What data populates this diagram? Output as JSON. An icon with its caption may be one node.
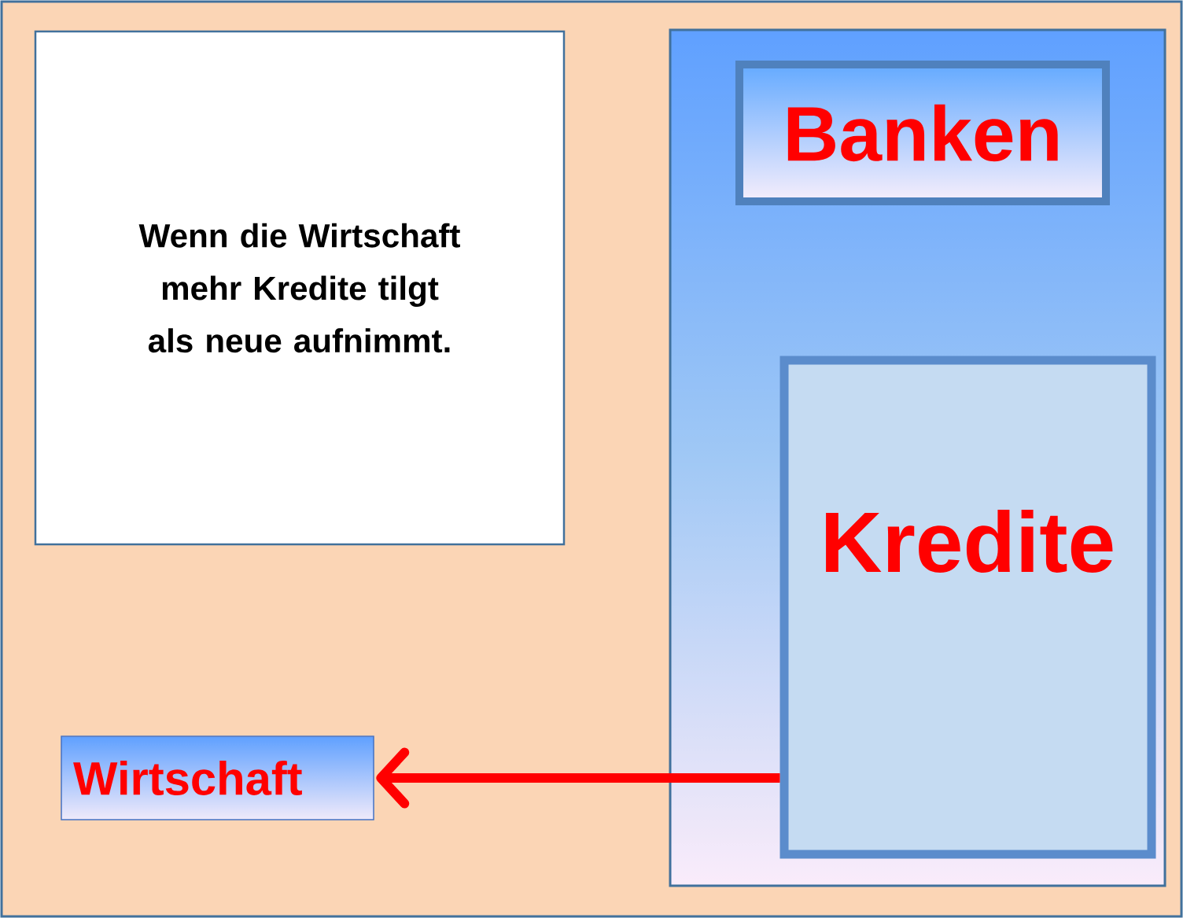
{
  "diagram": {
    "nodes": [
      {
        "text": [
          "Wenn die Wirtschaft mehr Kredite tilgt als neue aufnimmt."
        ]
      },
      {
        "text": [],
        "shape": "box"
      },
      {
        "text": [
          "Banken"
        ],
        "in": 1
      },
      {
        "text": [
          "Kredite"
        ],
        "in": 1
      },
      {
        "text": [
          "Wirtschaft"
        ]
      }
    ],
    "edges": [
      {
        "from": 3,
        "to": 4,
        "arrow": "to"
      }
    ]
  }
}
